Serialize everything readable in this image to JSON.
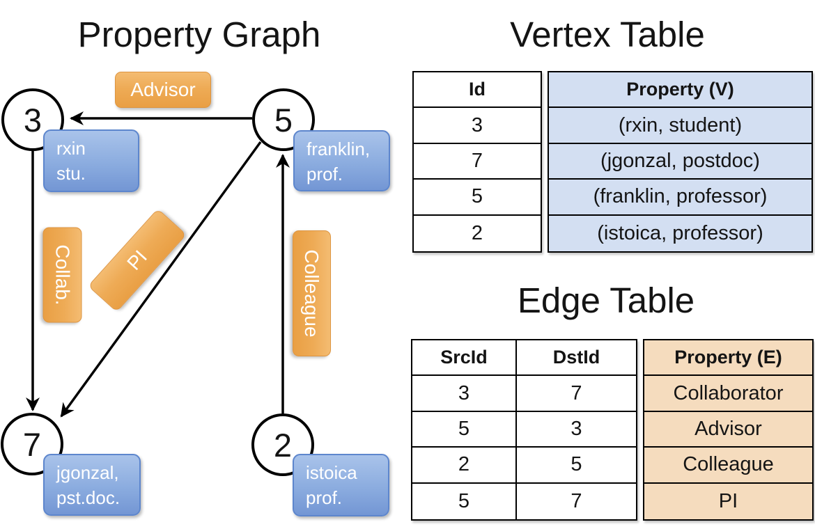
{
  "graph_panel": {
    "title": "Property Graph",
    "nodes": [
      {
        "id": "3",
        "line1": "rxin",
        "line2": "stu."
      },
      {
        "id": "5",
        "line1": "franklin,",
        "line2": "prof."
      },
      {
        "id": "7",
        "line1": "jgonzal,",
        "line2": "pst.doc."
      },
      {
        "id": "2",
        "line1": "istoica",
        "line2": "prof."
      }
    ],
    "edge_labels": {
      "advisor": "Advisor",
      "collab": "Collab.",
      "pi": "PI",
      "colleague": "Colleague"
    }
  },
  "vertex_table": {
    "title": "Vertex Table",
    "headers": {
      "id": "Id",
      "property": "Property (V)"
    },
    "rows": [
      {
        "id": "3",
        "property": "(rxin, student)"
      },
      {
        "id": "7",
        "property": "(jgonzal, postdoc)"
      },
      {
        "id": "5",
        "property": "(franklin, professor)"
      },
      {
        "id": "2",
        "property": "(istoica, professor)"
      }
    ]
  },
  "edge_table": {
    "title": "Edge Table",
    "headers": {
      "src": "SrcId",
      "dst": "DstId",
      "property": "Property (E)"
    },
    "rows": [
      {
        "src": "3",
        "dst": "7",
        "property": "Collaborator"
      },
      {
        "src": "5",
        "dst": "3",
        "property": "Advisor"
      },
      {
        "src": "2",
        "dst": "5",
        "property": "Colleague"
      },
      {
        "src": "5",
        "dst": "7",
        "property": "PI"
      }
    ]
  },
  "colors": {
    "vertex_property_fill": "#d3dff2",
    "edge_property_fill": "#f5dcbe",
    "edge_label_orange": "#eca64f",
    "vertex_label_blue": "#89a9dd",
    "line_black": "#000000"
  }
}
